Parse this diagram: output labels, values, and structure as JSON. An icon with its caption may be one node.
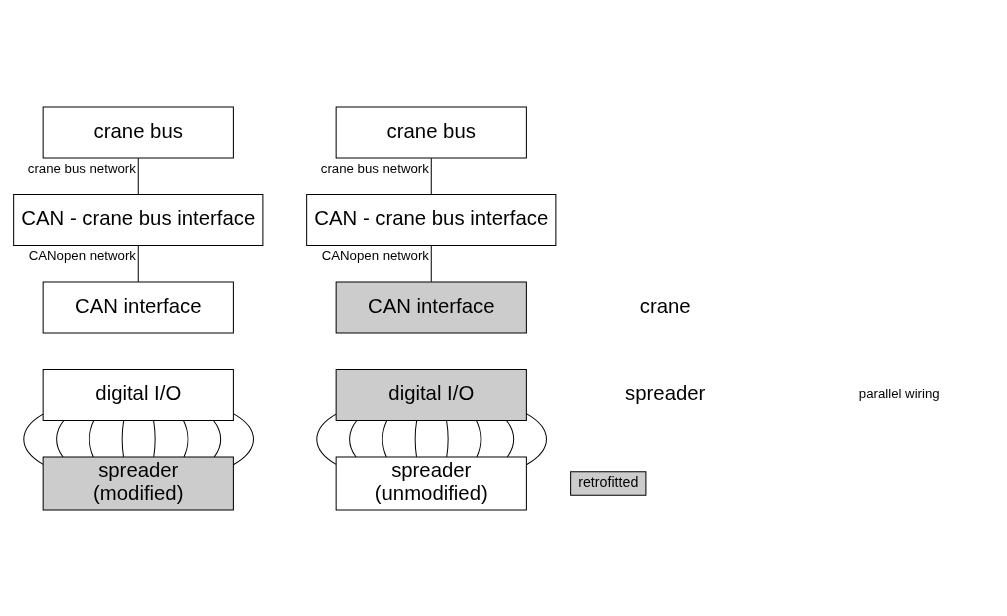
{
  "diagram": {
    "nodes": [
      {
        "text": [
          "crane bus"
        ]
      },
      {
        "text": [
          "CAN - crane bus interface"
        ]
      },
      {
        "text": [
          "CAN interface"
        ]
      },
      {
        "text": [
          "digital I/O"
        ]
      },
      {
        "text": [
          "spreader",
          "(modified)"
        ]
      },
      {
        "text": [
          "crane bus"
        ]
      },
      {
        "text": [
          "CAN - crane bus interface"
        ]
      },
      {
        "text": [
          "CAN interface"
        ]
      },
      {
        "text": [
          "digital I/O"
        ]
      },
      {
        "text": [
          "spreader",
          "(unmodified)"
        ]
      }
    ],
    "edges": [
      {
        "from": 0,
        "to": 1,
        "arrow": "none",
        "label": "crane bus network"
      },
      {
        "from": 1,
        "to": 2,
        "arrow": "none",
        "label": "CANopen network"
      },
      {
        "from": 3,
        "to": 4,
        "arrow": "none"
      },
      {
        "from": 3,
        "to": 4,
        "arrow": "none"
      },
      {
        "from": 3,
        "to": 4,
        "arrow": "none"
      },
      {
        "from": 3,
        "to": 4,
        "arrow": "none"
      },
      {
        "from": 3,
        "to": 4,
        "arrow": "none"
      },
      {
        "from": 3,
        "to": 4,
        "arrow": "none"
      },
      {
        "from": 3,
        "to": 4,
        "arrow": "none"
      },
      {
        "from": 3,
        "to": 4,
        "arrow": "none"
      },
      {
        "from": 5,
        "to": 6,
        "arrow": "none",
        "label": "crane bus network"
      },
      {
        "from": 6,
        "to": 7,
        "arrow": "none",
        "label": "CANopen network"
      },
      {
        "from": 8,
        "to": 9,
        "arrow": "none"
      },
      {
        "from": 8,
        "to": 9,
        "arrow": "none"
      },
      {
        "from": 8,
        "to": 9,
        "arrow": "none"
      },
      {
        "from": 8,
        "to": 9,
        "arrow": "none"
      },
      {
        "from": 8,
        "to": 9,
        "arrow": "none"
      },
      {
        "from": 8,
        "to": 9,
        "arrow": "none"
      },
      {
        "from": 8,
        "to": 9,
        "arrow": "none"
      },
      {
        "from": 8,
        "to": 9,
        "arrow": "none"
      }
    ],
    "labels": [
      "crane",
      "spreader",
      "parallel wiring"
    ],
    "legend": [
      {
        "text": "retrofitted",
        "color": "#cccccc"
      }
    ]
  }
}
